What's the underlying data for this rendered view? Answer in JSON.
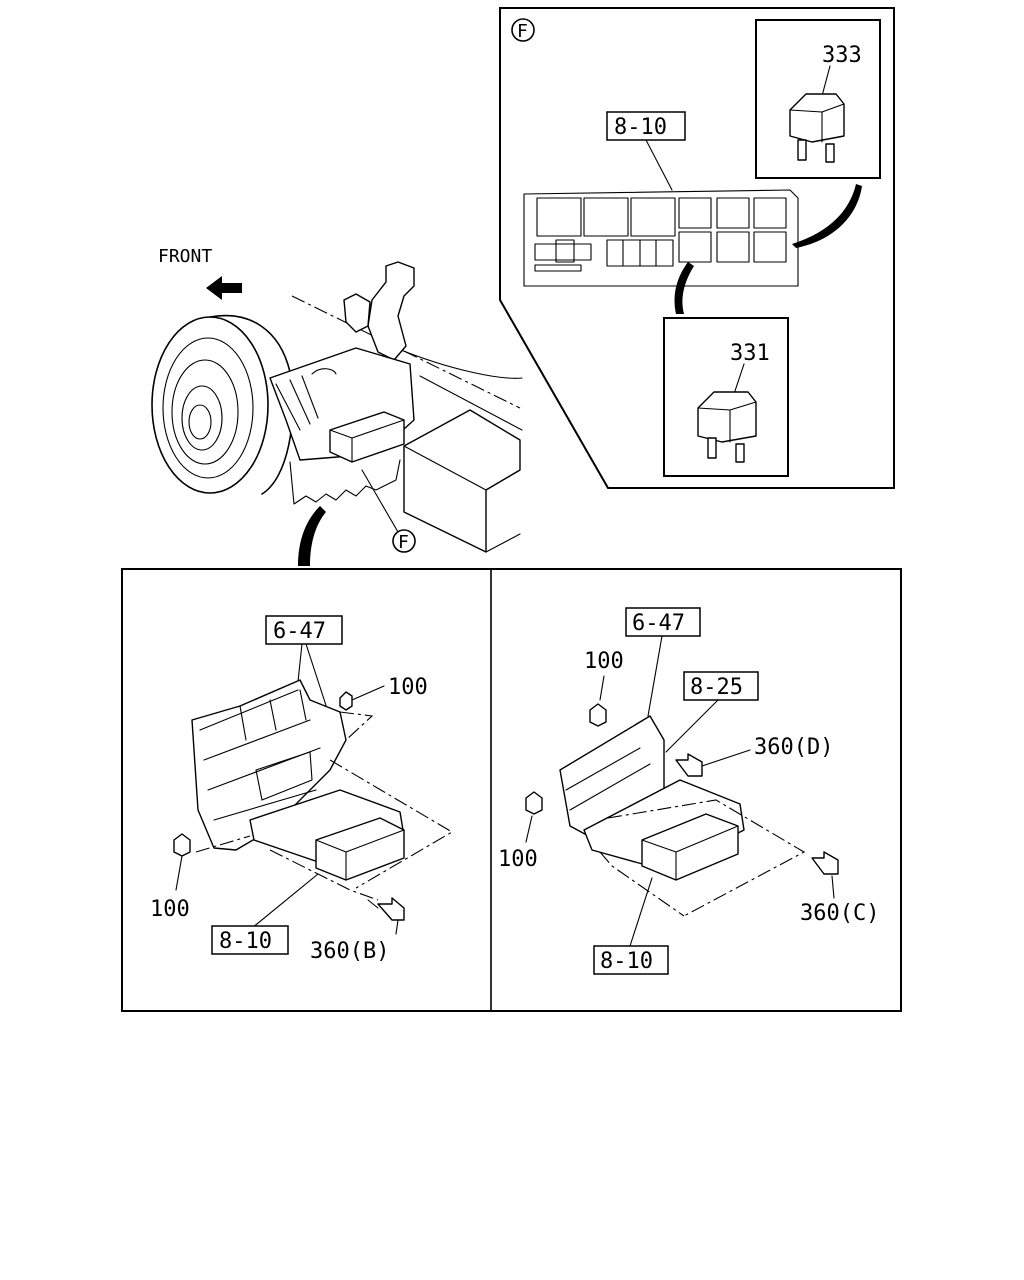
{
  "labels": {
    "front": "FRONT",
    "view_marker": "F",
    "relay_top": "333",
    "relay_bottom": "331",
    "ref_detail": "8-10",
    "left_ref_top": "6-47",
    "left_nut_top": "100",
    "left_nut_bottom": "100",
    "left_ref_bottom": "8-10",
    "left_bolt": "360(B)",
    "right_ref_top": "6-47",
    "right_ref_mid": "8-25",
    "right_nut_top": "100",
    "right_nut_bottom": "100",
    "right_bolt_d": "360(D)",
    "right_bolt_c": "360(C)",
    "right_ref_bottom": "8-10"
  }
}
